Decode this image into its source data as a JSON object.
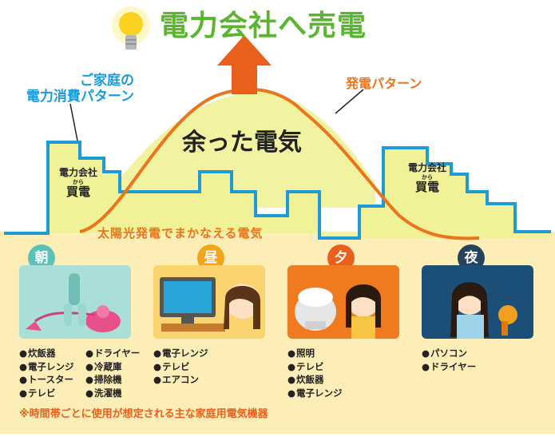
{
  "title": "電力会社へ売電",
  "consumption_label": [
    "ご家庭の",
    "電力消費パターン"
  ],
  "generation_label": "発電パターン",
  "surplus_label": "余った電気",
  "buy_label": {
    "line1": "電力会社",
    "line2": "から",
    "line3": "買電"
  },
  "solar_label": "太陽光発電でまかなえる電気",
  "periods": [
    {
      "label": "朝",
      "color": "#5ec1b9"
    },
    {
      "label": "昼",
      "color": "#f1a51c"
    },
    {
      "label": "夕",
      "color": "#e9601c"
    },
    {
      "label": "夜",
      "color": "#26435e"
    }
  ],
  "appliances": {
    "morning_a": [
      "炊飯器",
      "電子レンジ",
      "トースター",
      "テレビ"
    ],
    "morning_b": [
      "ドライヤー",
      "冷蔵庫",
      "掃除機",
      "洗濯機"
    ],
    "noon": [
      "電子レンジ",
      "テレビ",
      "エアコン"
    ],
    "evening": [
      "照明",
      "テレビ",
      "炊飯器",
      "電子レンジ"
    ],
    "night": [
      "パソコン",
      "ドライヤー"
    ]
  },
  "note": "※時間帯ごとに使用が想定される主な家庭用電気機器",
  "colors": {
    "green": "#5bb531",
    "blue": "#1e9bd7",
    "orange": "#e9751c",
    "fill": "#f1f297",
    "base": "#fdeeb8"
  }
}
